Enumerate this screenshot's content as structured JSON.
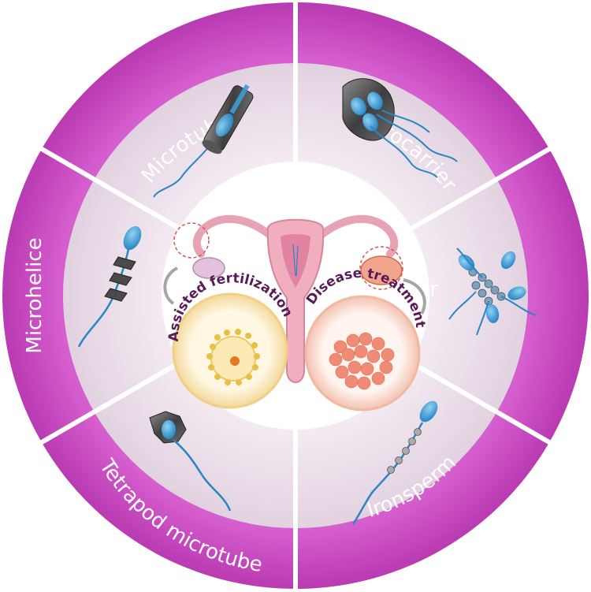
{
  "diagram": {
    "outer_color": "#c94ec2",
    "outer_light": "#e07ad9",
    "inner_color": "#ece0ea",
    "center_color": "#ffffff",
    "segments": [
      {
        "label": "Microtube",
        "icon": "microtube-icon"
      },
      {
        "label": "Microcarrier",
        "icon": "microcarrier-icon"
      },
      {
        "label": "Sperm cluster",
        "icon": "sperm-cluster-icon"
      },
      {
        "label": "Ironsperm",
        "icon": "ironsperm-icon"
      },
      {
        "label": "Tetrapod microtube",
        "icon": "tetrapod-microtube-icon"
      },
      {
        "label": "Microhelice",
        "icon": "microhelice-icon"
      }
    ],
    "center": {
      "left_label": "Assisted fertilization",
      "right_label": "Disease treatment",
      "illustration": "uterus-icon"
    }
  }
}
